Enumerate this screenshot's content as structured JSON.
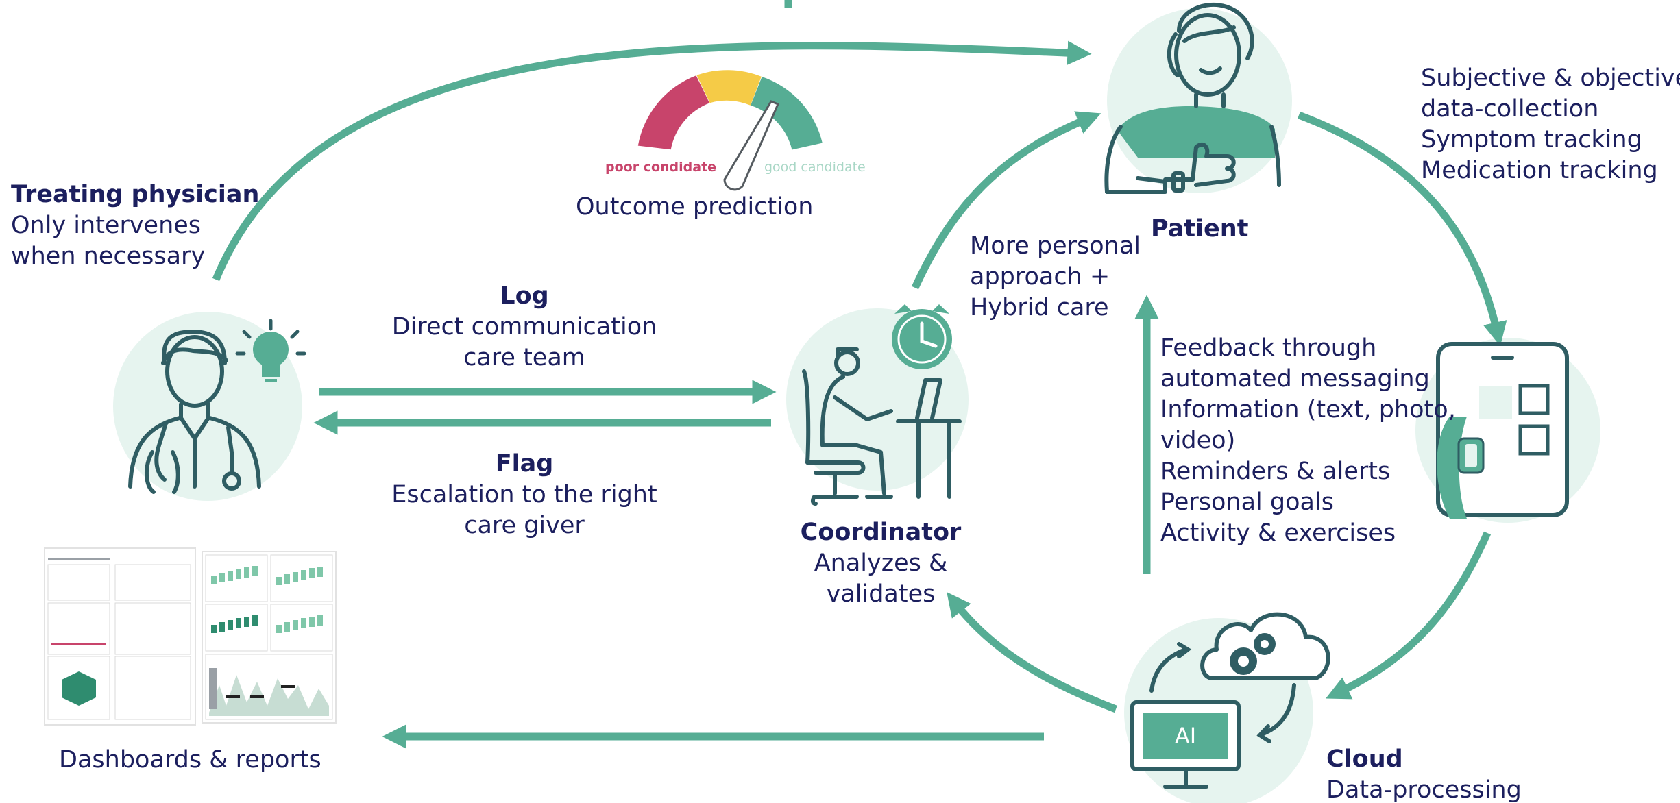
{
  "colors": {
    "accent": "#56ad94",
    "accent_light": "#e6f4ef",
    "text": "#1c1f5e",
    "icon_dark": "#2f5d63",
    "poor": "#c8446b",
    "mid": "#f5cb47",
    "good": "#56ad94"
  },
  "physician": {
    "title": "Treating physician",
    "lines": [
      "Only intervenes",
      "when necessary"
    ]
  },
  "outcome": {
    "label": "Outcome prediction",
    "poor_label": "poor condidate",
    "good_label": "good candidate"
  },
  "patient": {
    "label": "Patient",
    "data_lines": [
      "Subjective & objective",
      "data-collection",
      "Symptom tracking",
      "Medication tracking"
    ]
  },
  "personal": {
    "lines": [
      "More personal",
      "approach +",
      "Hybrid care"
    ]
  },
  "log": {
    "title": "Log",
    "lines": [
      "Direct communication",
      "care team"
    ]
  },
  "flag": {
    "title": "Flag",
    "lines": [
      "Escalation to the right",
      "care giver"
    ]
  },
  "coordinator": {
    "title": "Coordinator",
    "lines": [
      "Analyzes &",
      "validates"
    ]
  },
  "feedback": {
    "lines": [
      "Feedback through",
      "automated messaging",
      "Information (text, photo,",
      "video)",
      "Reminders & alerts",
      "Personal goals",
      "Activity & exercises"
    ]
  },
  "dashboards": {
    "label": "Dashboards & reports"
  },
  "cloud": {
    "title": "Cloud",
    "lines": [
      "Data-processing"
    ],
    "ai_label": "AI"
  }
}
